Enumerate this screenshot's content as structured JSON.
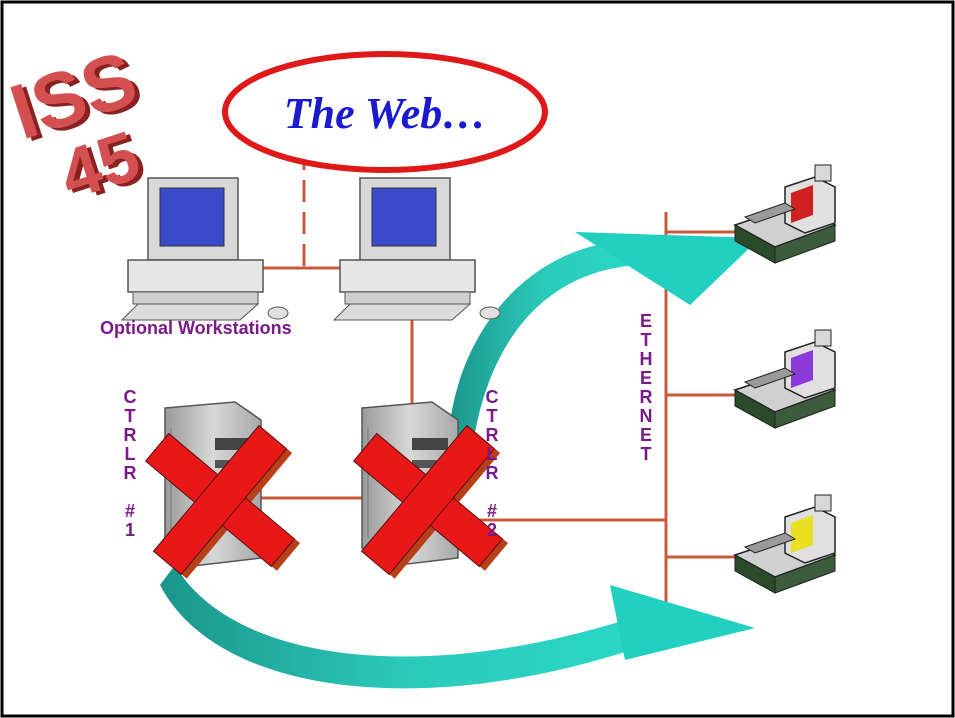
{
  "slide": {
    "logo_text": "ISS 45",
    "web_bubble_text": "The Web…",
    "workstations_label": "Optional Workstations",
    "controller_1_label": "CTRLR\n\n#\n1",
    "controller_2_label": "CTRLR\n\n#\n2",
    "ethernet_label": "ETHERNET"
  },
  "colors": {
    "border": "#000000",
    "web_bubble_outline": "#e01818",
    "web_text": "#1a1ad0",
    "cable": "#c85a3a",
    "label_purple": "#7a1a8a",
    "arrow_teal": "#18b8a8",
    "x_mark_red": "#e81818",
    "logo_red": "#c43a3a"
  },
  "icons": [
    "iss-logo",
    "desktop-workstation-icon",
    "controller-server-icon",
    "failure-x-icon",
    "pos-terminal-icon",
    "curved-arrow-icon"
  ]
}
